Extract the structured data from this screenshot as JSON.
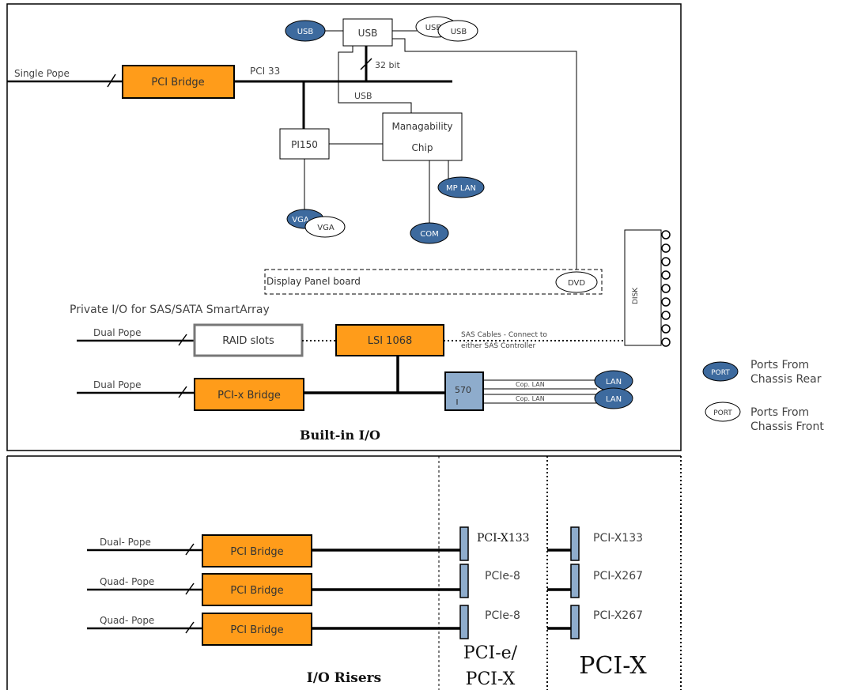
{
  "colors": {
    "bridge_fill": "#ff9c1a",
    "port_rear_fill": "#3d6a9e",
    "chip_fill": "#8eaccc",
    "line": "#000000"
  },
  "builtin": {
    "title": "Built-in I/O",
    "single_pope": "Single Pope",
    "pci133_bus": "PCI 33",
    "pci_bridge_top": "PCI Bridge",
    "usb_hub": "USB",
    "usb_rear": "USB",
    "usb_front_a": "USB",
    "usb_front_b": "USB",
    "bit32": "32 bit",
    "usb_link": "USB",
    "pi150": "PI150",
    "manageability_line1": "Managability",
    "manageability_line2": "Chip",
    "mp_lan": "MP LAN",
    "vga_rear": "VGA",
    "vga_front": "VGA",
    "com": "COM",
    "display_panel": "Display Panel board",
    "dvd": "DVD",
    "disk": "DISK",
    "private_io": "Private I/O for SAS/SATA SmartArray",
    "dual_pope_1": "Dual Pope",
    "raid_slots": "RAID slots",
    "lsi": "LSI 1068",
    "sas_cable_line1": "SAS Cables - Connect to",
    "sas_cable_line2": "either SAS Controller",
    "dual_pope_2": "Dual Pope",
    "pcix_bridge": "PCI-x Bridge",
    "chip_570": "570",
    "copper_1": "Cop. LAN",
    "copper_2": "Cop. LAN",
    "lan_1": "LAN",
    "lan_2": "LAN"
  },
  "legend": {
    "port_badge_rear": "PORT",
    "rear_line1": "Ports From",
    "rear_line2": "Chassis Rear",
    "port_badge_front": "PORT",
    "front_line1": "Ports From",
    "front_line2": "Chassis Front"
  },
  "risers": {
    "title": "I/O Risers",
    "rows": [
      {
        "pope": "Dual- Pope",
        "bridge": "PCI Bridge",
        "slot_mid": "PCI-X133",
        "slot_right": "PCI-X133"
      },
      {
        "pope": "Quad- Pope",
        "bridge": "PCI Bridge",
        "slot_mid": "PCIe-8",
        "slot_right": "PCI-X267"
      },
      {
        "pope": "Quad- Pope",
        "bridge": "PCI Bridge",
        "slot_mid": "PCIe-8",
        "slot_right": "PCI-X267"
      }
    ],
    "col_mid_title_1": "PCI-e/",
    "col_mid_title_2": "PCI-X",
    "col_right_title": "PCI-X"
  }
}
